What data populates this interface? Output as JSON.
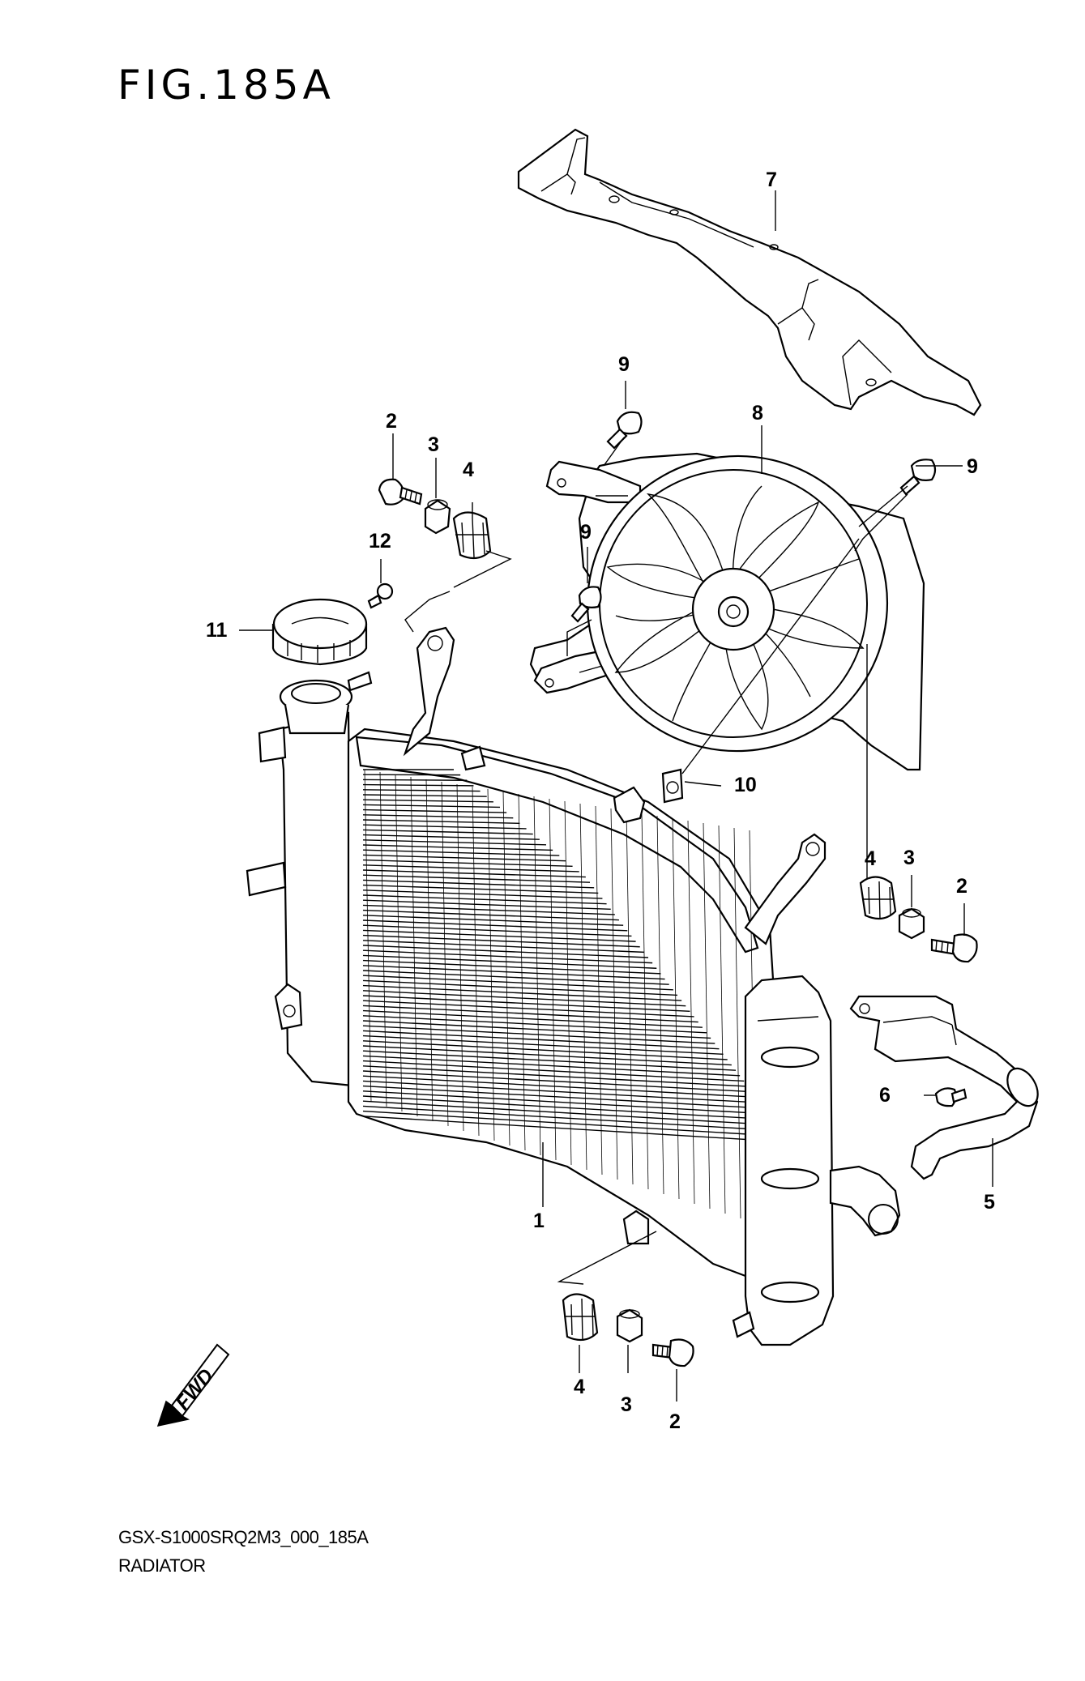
{
  "figure": {
    "title": "FIG.185A",
    "code": "GSX-S1000SRQ2M3_000_185A",
    "name": "RADIATOR",
    "fwd_label": "FWD"
  },
  "callouts": [
    {
      "id": "c1",
      "text": "1"
    },
    {
      "id": "c2a",
      "text": "2"
    },
    {
      "id": "c2b",
      "text": "2"
    },
    {
      "id": "c2c",
      "text": "2"
    },
    {
      "id": "c3a",
      "text": "3"
    },
    {
      "id": "c3b",
      "text": "3"
    },
    {
      "id": "c3c",
      "text": "3"
    },
    {
      "id": "c4a",
      "text": "4"
    },
    {
      "id": "c4b",
      "text": "4"
    },
    {
      "id": "c4c",
      "text": "4"
    },
    {
      "id": "c5",
      "text": "5"
    },
    {
      "id": "c6",
      "text": "6"
    },
    {
      "id": "c7",
      "text": "7"
    },
    {
      "id": "c8",
      "text": "8"
    },
    {
      "id": "c9a",
      "text": "9"
    },
    {
      "id": "c9b",
      "text": "9"
    },
    {
      "id": "c9c",
      "text": "9"
    },
    {
      "id": "c10",
      "text": "10"
    },
    {
      "id": "c11",
      "text": "11"
    },
    {
      "id": "c12",
      "text": "12"
    }
  ]
}
